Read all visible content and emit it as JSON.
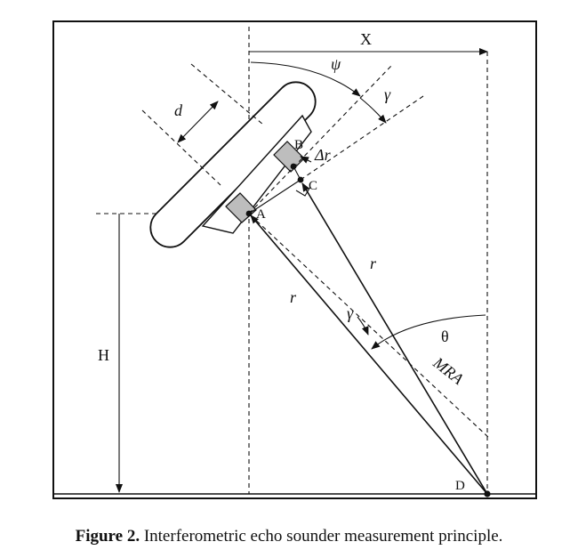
{
  "diagram": {
    "labels": {
      "x": "X",
      "psi": "ψ",
      "gamma_top": "γ",
      "d": "d",
      "b": "B",
      "delta_r": "Δr",
      "c": "C",
      "a": "A",
      "r_right": "r",
      "r_left": "r",
      "gamma_mid": "γ",
      "theta": "θ",
      "mra": "MRA",
      "h": "H",
      "d_point": "D"
    }
  },
  "caption": {
    "prefix": "Figure 2.",
    "text": "Interferometric echo sounder measurement principle."
  }
}
